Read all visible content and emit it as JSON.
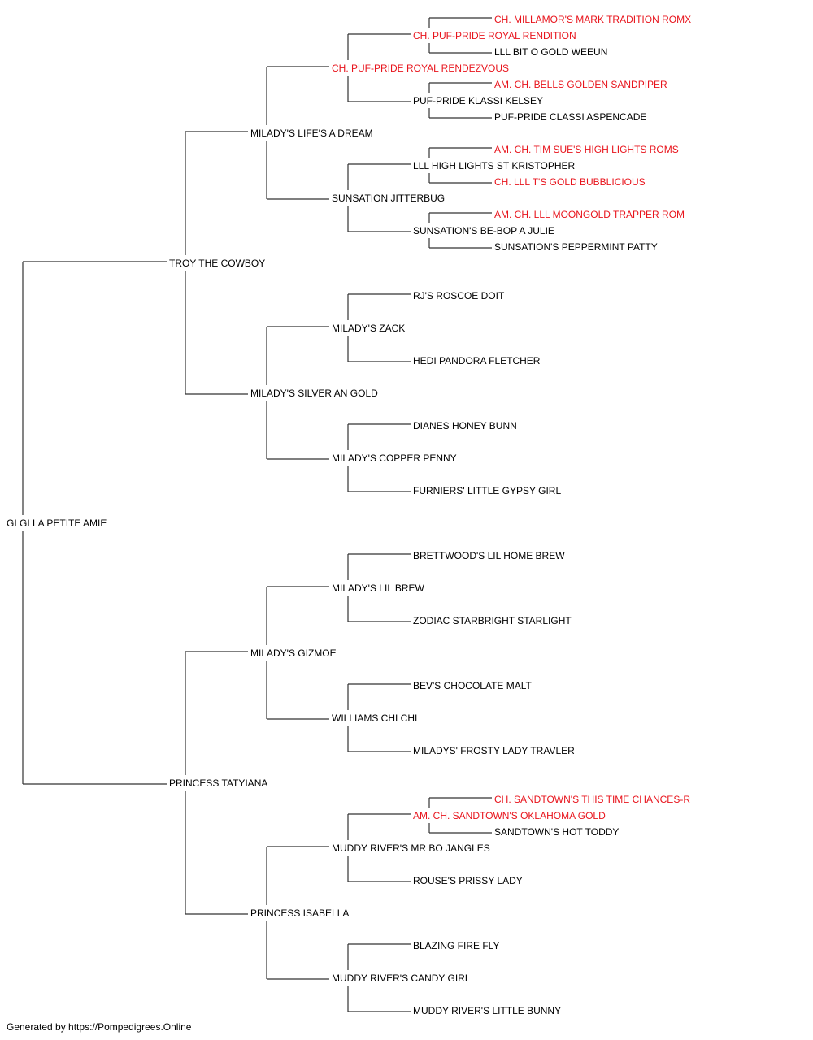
{
  "colors": {
    "champion": "#e8141c",
    "normal": "#000000",
    "line": "#333333"
  },
  "pedigree": {
    "subject": "GI GI LA PETITE AMIE",
    "sire": "TROY THE COWBOY",
    "dam": "PRINCESS TATYIANA",
    "sire_sire": "MILADY'S LIFE'S A DREAM",
    "sire_dam": "MILADY'S SILVER AN GOLD",
    "dam_sire": "MILADY'S GIZMOE",
    "dam_dam": "PRINCESS ISABELLA",
    "ss_sire": "CH. PUF-PRIDE ROYAL RENDEZVOUS",
    "ss_dam": "SUNSATION JITTERBUG",
    "sd_sire": "MILADY'S ZACK",
    "sd_dam": "MILADY'S COPPER PENNY",
    "ds_sire": "MILADY'S LIL BREW",
    "ds_dam": "WILLIAMS CHI CHI",
    "dd_sire": "MUDDY RIVER'S MR BO JANGLES",
    "dd_dam": "MUDDY RIVER'S CANDY GIRL",
    "g4_1": "CH. PUF-PRIDE ROYAL RENDITION",
    "g4_2": "PUF-PRIDE KLASSI KELSEY",
    "g4_3": "LLL HIGH LIGHTS ST KRISTOPHER",
    "g4_4": "SUNSATION'S BE-BOP A JULIE",
    "g4_5": "RJ'S ROSCOE DOIT",
    "g4_6": "HEDI PANDORA FLETCHER",
    "g4_7": "DIANES HONEY BUNN",
    "g4_8": "FURNIERS' LITTLE GYPSY GIRL",
    "g4_9": "BRETTWOOD'S LIL HOME BREW",
    "g4_10": "ZODIAC STARBRIGHT STARLIGHT",
    "g4_11": "BEV'S CHOCOLATE MALT",
    "g4_12": "MILADYS' FROSTY LADY TRAVLER",
    "g4_13": "AM. CH. SANDTOWN'S OKLAHOMA GOLD",
    "g4_14": "ROUSE'S PRISSY LADY",
    "g4_15": "BLAZING FIRE FLY",
    "g4_16": "MUDDY RIVER'S LITTLE BUNNY",
    "g5_1": "CH. MILLAMOR'S MARK TRADITION ROMX",
    "g5_2": "LLL BIT O GOLD WEEUN",
    "g5_3": "AM. CH. BELLS GOLDEN SANDPIPER",
    "g5_4": "PUF-PRIDE CLASSI ASPENCADE",
    "g5_5": "AM. CH. TIM SUE'S HIGH LIGHTS ROMS",
    "g5_6": "CH. LLL T'S GOLD BUBBLICIOUS",
    "g5_7": "AM. CH. LLL MOONGOLD TRAPPER ROM",
    "g5_8": "SUNSATION'S PEPPERMINT PATTY",
    "g5_9": "CH. SANDTOWN'S THIS TIME CHANCES-R",
    "g5_10": "SANDTOWN'S HOT TODDY"
  },
  "footer": "Generated by https://Pompedigrees.Online"
}
